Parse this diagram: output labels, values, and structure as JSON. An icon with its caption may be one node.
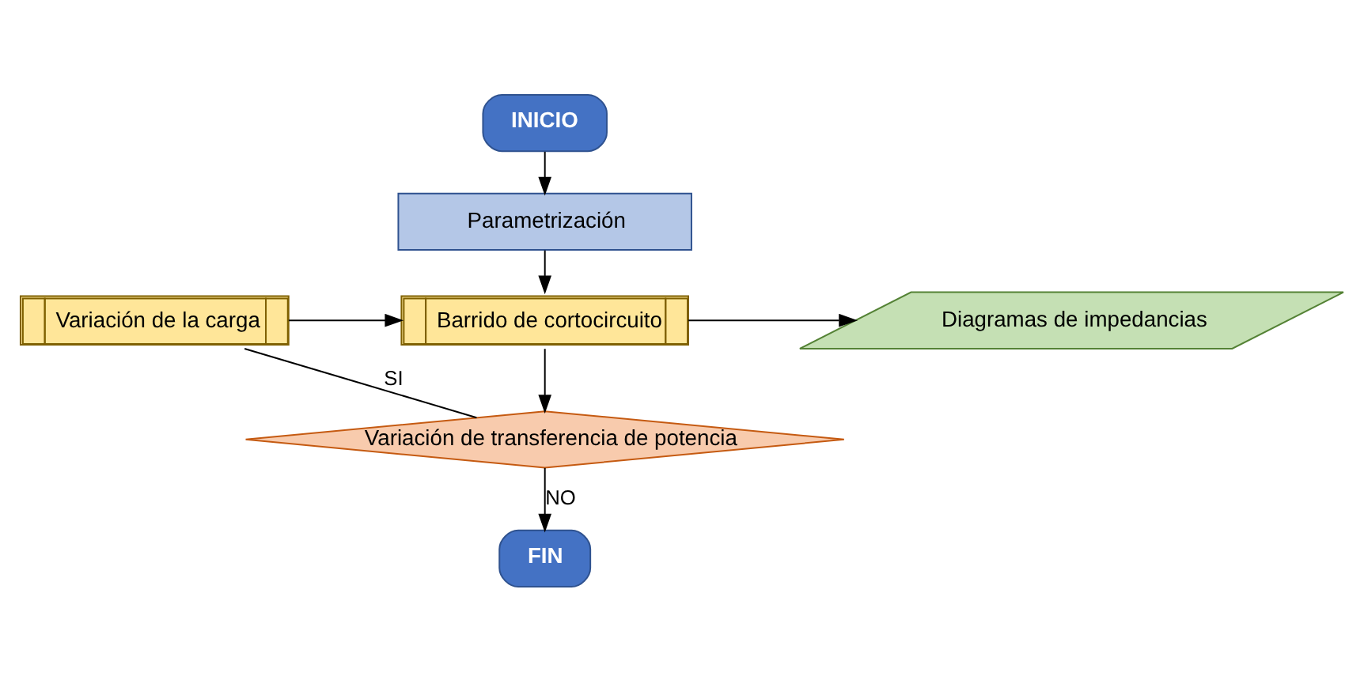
{
  "diagram": {
    "nodes": [
      {
        "text": [
          "INICIO"
        ]
      },
      {
        "text": [
          "Parametrización"
        ]
      },
      {
        "text": [
          "Variación de la carga"
        ]
      },
      {
        "text": [
          "Barrido de cortocircuito"
        ]
      },
      {
        "text": [
          "Diagramas de impedancias"
        ]
      },
      {
        "text": [
          "Variación de transferencia de potencia"
        ]
      },
      {
        "text": [
          "FIN"
        ]
      }
    ],
    "edges": [
      {
        "from": 0,
        "to": 1,
        "arrow": "to"
      },
      {
        "from": 1,
        "to": 3,
        "arrow": "to"
      },
      {
        "from": 3,
        "to": 4,
        "arrow": "to"
      },
      {
        "from": 3,
        "to": 5,
        "arrow": "to"
      },
      {
        "from": 5,
        "to": 2,
        "arrow": "none",
        "label": "SI"
      },
      {
        "from": 2,
        "to": 3,
        "arrow": "to"
      },
      {
        "from": 5,
        "to": 6,
        "arrow": "to",
        "label": "NO"
      }
    ]
  }
}
